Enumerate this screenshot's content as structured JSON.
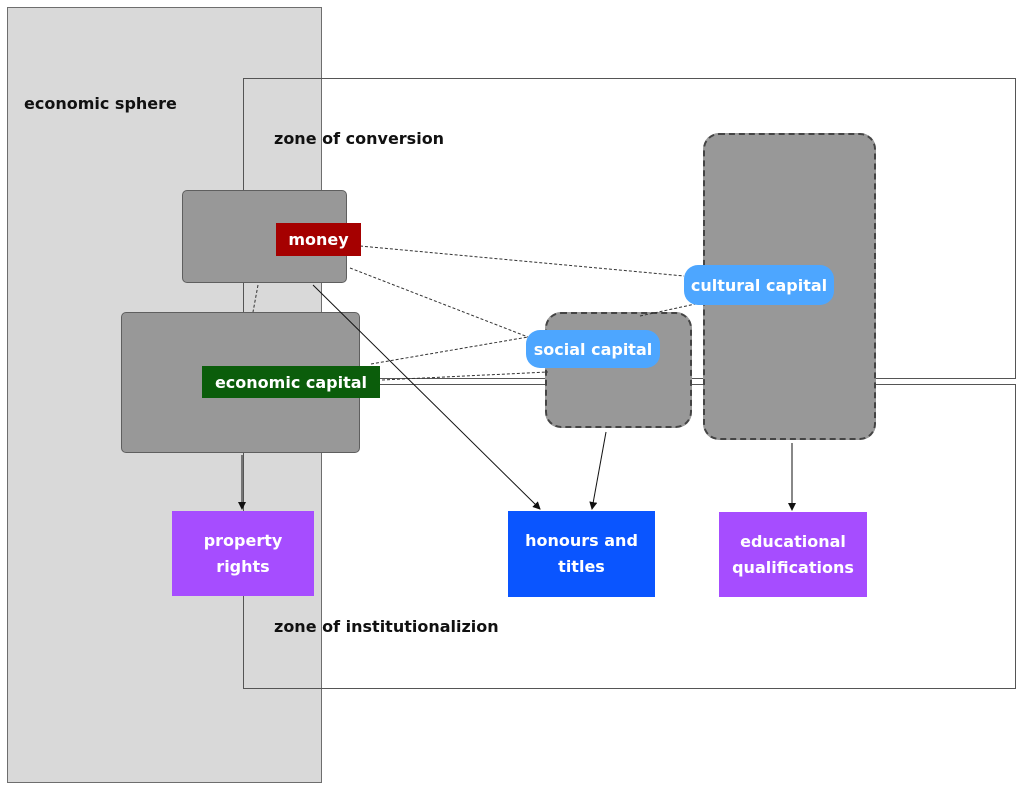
{
  "economic_sphere": {
    "label": "economic sphere"
  },
  "zone_conversion": {
    "label": "zone of conversion"
  },
  "zone_institutionalization": {
    "label": "zone of institutionalizion"
  },
  "nodes": {
    "money": {
      "label": "money",
      "color": "#a50000"
    },
    "economic_capital": {
      "label": "economic capital",
      "color": "#0b5d0b"
    },
    "social_capital": {
      "label": "social capital",
      "color": "#4da6ff"
    },
    "cultural_capital": {
      "label": "cultural capital",
      "color": "#4da6ff"
    }
  },
  "outputs": {
    "property_rights": {
      "line1": "property",
      "line2": "rights",
      "color": "#a64dff"
    },
    "honours_titles": {
      "line1": "honours and",
      "line2": "titles",
      "color": "#0a55ff"
    },
    "educational_qualifications": {
      "line1": "educational",
      "line2": "qualifications",
      "color": "#a64dff"
    }
  }
}
